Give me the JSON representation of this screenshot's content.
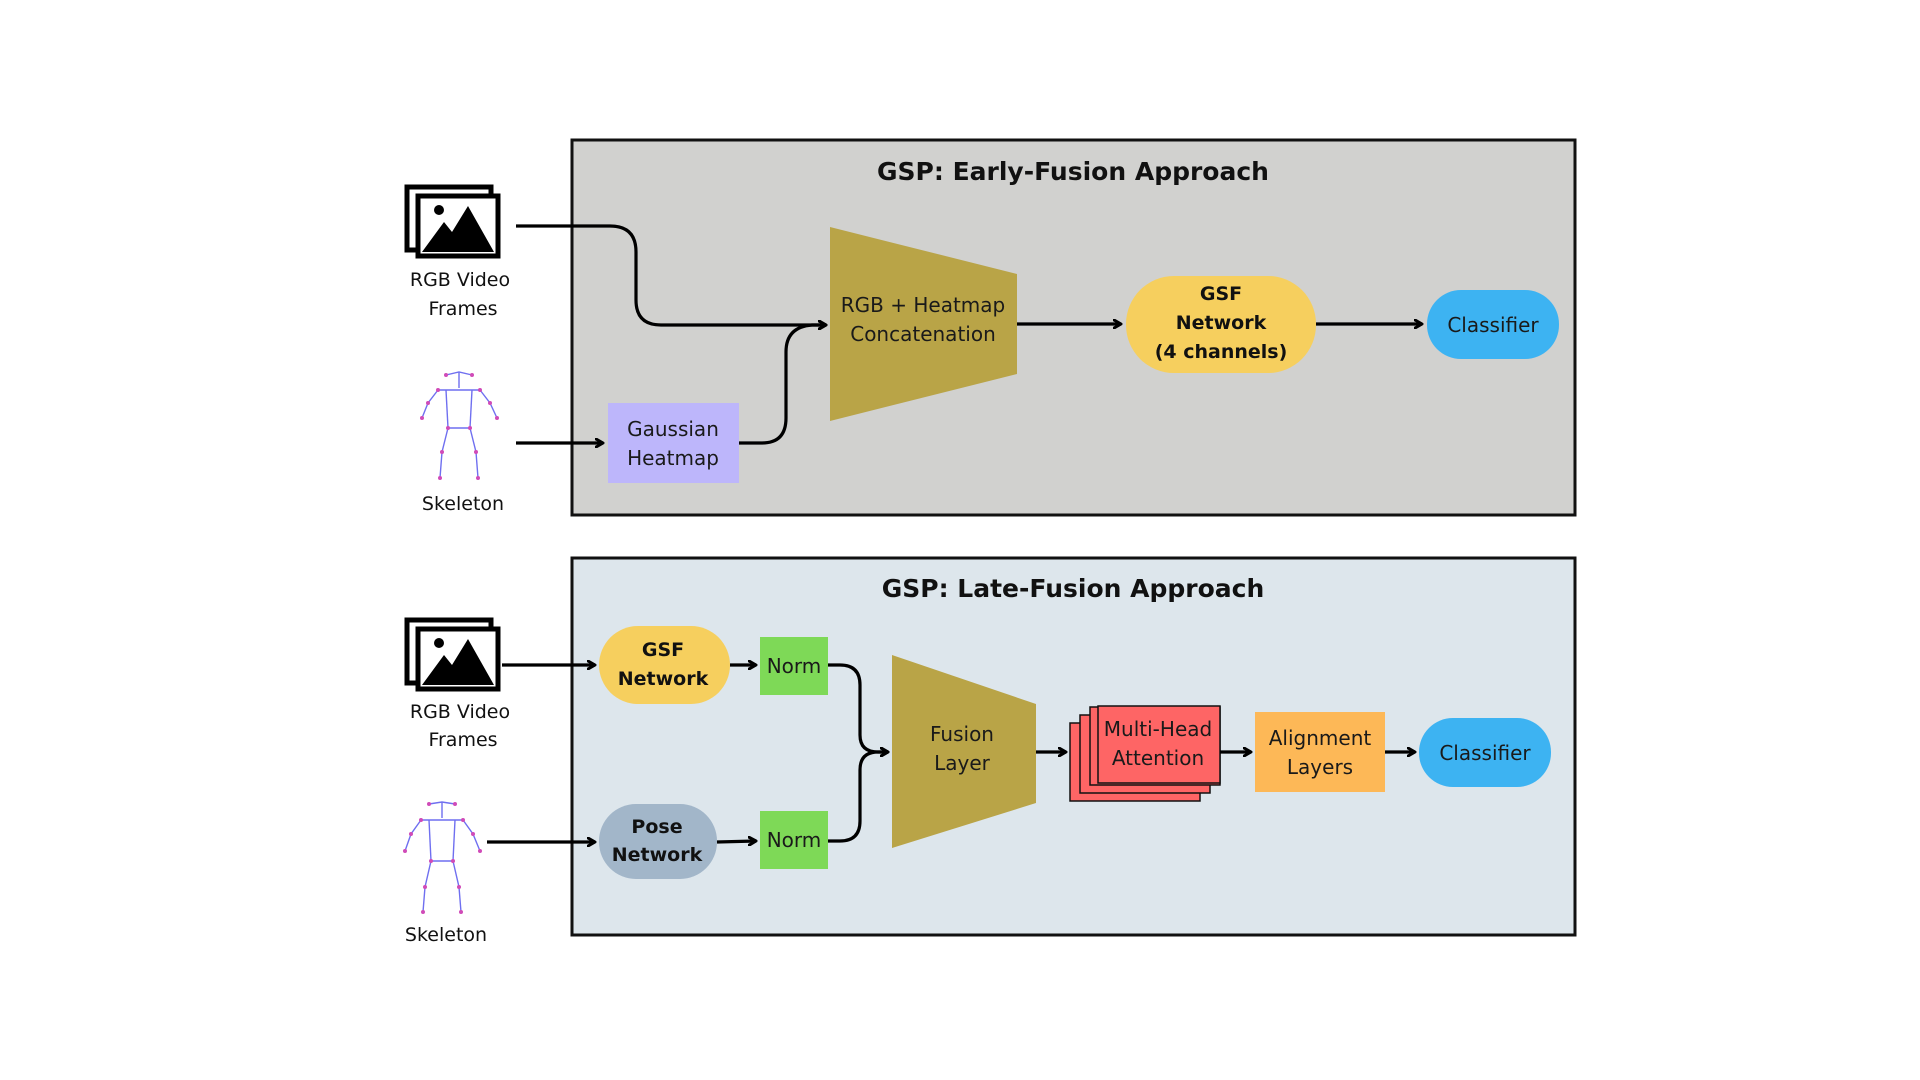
{
  "colors": {
    "early_panel": "#d1d1cf",
    "late_panel": "#dde6ec",
    "trapezoid": "#b9a447",
    "gsf": "#f6cf5e",
    "classifier": "#3db3f2",
    "gaussian": "#bdb6fb",
    "pose": "#a2b6c9",
    "norm": "#7ed957",
    "attention": "#fe6565",
    "alignment": "#fdb857"
  },
  "early": {
    "title": "GSP: Early-Fusion Approach",
    "inputs": {
      "rgb_line1": "RGB Video",
      "rgb_line2": "Frames",
      "skeleton": "Skeleton",
      "rgb_icon": "image-stack-icon",
      "skeleton_icon": "skeleton-icon"
    },
    "gaussian_line1": "Gaussian",
    "gaussian_line2": "Heatmap",
    "concat_line1": "RGB + Heatmap",
    "concat_line2": "Concatenation",
    "gsf_line1": "GSF",
    "gsf_line2": "Network",
    "gsf_line3": "(4 channels)",
    "classifier": "Classifier"
  },
  "late": {
    "title": "GSP: Late-Fusion Approach",
    "inputs": {
      "rgb_line1": "RGB Video",
      "rgb_line2": "Frames",
      "skeleton": "Skeleton",
      "rgb_icon": "image-stack-icon",
      "skeleton_icon": "skeleton-icon"
    },
    "gsf_line1": "GSF",
    "gsf_line2": "Network",
    "pose_line1": "Pose",
    "pose_line2": "Network",
    "norm_top": "Norm",
    "norm_bottom": "Norm",
    "fusion_line1": "Fusion",
    "fusion_line2": "Layer",
    "attention_line1": "Multi-Head",
    "attention_line2": "Attention",
    "alignment_line1": "Alignment",
    "alignment_line2": "Layers",
    "classifier": "Classifier"
  }
}
